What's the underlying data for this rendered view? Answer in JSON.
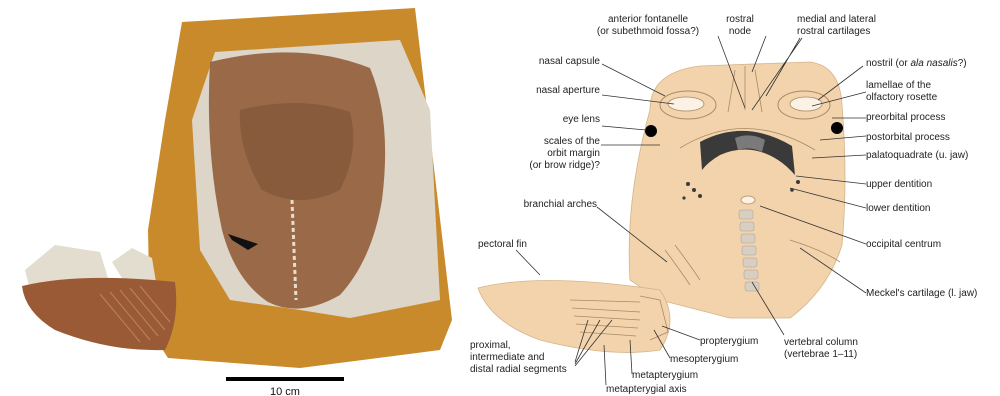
{
  "scale_bar": {
    "label": "10 cm"
  },
  "labels": {
    "anterior_fontanelle_1": "anterior fontanelle",
    "anterior_fontanelle_2": "(or subethmoid fossa?)",
    "rostral_node_1": "rostral",
    "rostral_node_2": "node",
    "rostral_cartilages_1": "medial and lateral",
    "rostral_cartilages_2": "rostral cartilages",
    "nasal_capsule": "nasal capsule",
    "nasal_aperture": "nasal aperture",
    "eye_lens": "eye lens",
    "scales_orbit_1": "scales of the",
    "scales_orbit_2": "orbit margin",
    "scales_orbit_3": "(or brow ridge)?",
    "branchial_arches": "branchial arches",
    "pectoral_fin": "pectoral fin",
    "radials_1": "proximal,",
    "radials_2": "intermediate and",
    "radials_3": "distal radial segments",
    "nostril_a": "nostril (or ",
    "nostril_b": "ala nasalis",
    "nostril_c": "?)",
    "lamellae_1": "lamellae of the",
    "lamellae_2": "olfactory rosette",
    "preorbital_process": "preorbital process",
    "postorbital_process": "postorbital process",
    "palatoquadrate": "palatoquadrate (u. jaw)",
    "upper_dentition": "upper dentition",
    "lower_dentition": "lower dentition",
    "occipital_centrum": "occipital centrum",
    "meckels_cartilage": "Meckel's cartilage (l. jaw)",
    "vertebral_column_1": "vertebral column",
    "vertebral_column_2": "(vertebrae 1–11)",
    "propterygium": "propterygium",
    "mesopterygium": "mesopterygium",
    "metapterygium": "metapterygium",
    "metapterygial_axis": "metapterygial axis"
  },
  "colors": {
    "slab": "#c98a2c",
    "matrix": "#ddd6c8",
    "fossil": "#9a6a48",
    "drawing_fill": "#f2d3ac",
    "teeth_dark": "#3a3a3a",
    "teeth_mid": "#7a7a7a",
    "eye": "#000000"
  }
}
